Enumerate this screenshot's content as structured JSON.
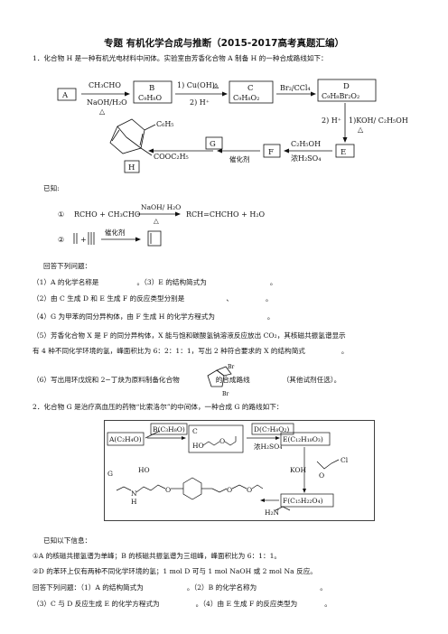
{
  "title": "专题  有机化学合成与推断（2015-2017高考真题汇编）",
  "q1": {
    "intro": "1．化合物 H 是一种有机光电材料中间体。实验室由芳香化合物 A 制备 H 的一种合成路线如下：",
    "scheme": {
      "A": "A",
      "B": "B",
      "B_formula": "C₉H₈O",
      "C": "C",
      "C_formula": "C₉H₈O₂",
      "D": "D",
      "D_formula": "C₉H₈Br₂O₂",
      "E": "E",
      "F": "F",
      "G": "G",
      "H": "H",
      "ab_top": "CH₃CHO",
      "ab_bottom": "NaOH/H₂O",
      "bc_top": "1) Cu(OH)₂",
      "bc_bottom": "2) H⁺",
      "cd_top": "Br₂/CCl₄",
      "de_left": "2) H⁺",
      "de_right": "1)KOH/ C₂H₅OH",
      "ef_top": "C₂H₅OH",
      "ef_bottom": "浓H₂SO₄",
      "fg_label": "催化剂",
      "h_sub1": "C₆H₅",
      "h_sub2": "COOC₂H₅"
    },
    "known_label": "已知:",
    "known1_num": "①",
    "known1_left": "RCHO + CH₃CHO",
    "known1_cond": "NaOH/ H₂O",
    "known1_right": "RCH=CHCHO + H₂O",
    "known2_num": "②",
    "known2_cond": "催化剂",
    "answer_label": "回答下列问题：",
    "qa1": "（1）A 的化学名称是",
    "qa1b": "。（3）E 的结构简式为",
    "qa1c": "。",
    "qa2": "（2）由 C 生成 D 和 E 生成 F 的反应类型分别是",
    "qa2b": "、",
    "qa2c": "。",
    "qa4": "（4）G 为甲苯的同分异构体，由 F 生成 H 的化学方程式为",
    "qa4b": "。",
    "qa5a": "（5）芳香化合物 X 是 F 的同分异构体，X 能与饱和碳酸氢钠溶液反应放出 CO₂，其核磁共振氢谱显示",
    "qa5b": "有 4 种不同化学环境的氢，峰面积比为 6：2：1：1，写出 2 种符合要求的 X 的结构简式",
    "qa5c": "。",
    "qa6a": "（6）写出用环戊烷和 2−丁炔为原料制备化合物",
    "qa6b": "的合成路线",
    "qa6c": "（其他试剂任选）。",
    "br": "Br"
  },
  "q2": {
    "intro": "2．化合物 G 是治疗高血压的药物“比索洛尔”的中间体，一种合成 G 的路线如下：",
    "scheme": {
      "A": "A(C₂H₄O)",
      "B": "B(C₃H₈O)",
      "C": "C",
      "D": "D(C₇H₈O₂)",
      "E": "E(C₁₂H₁₈O₃)",
      "F": "F(C₁₅H₂₂O₄)",
      "G": "G",
      "cd_cond": "浓H₂SO₄",
      "ef_cond": "KOH",
      "cl": "Cl",
      "o": "O",
      "ho": "HO",
      "h2n": "H₂N",
      "n": "N",
      "h": "H"
    },
    "known_label": "已知以下信息：",
    "info1": "①A 的核磁共振氢谱为单峰；B 的核磁共振氢谱为三组峰，峰面积比为 6：1：1。",
    "info2": "②D 的苯环上仅有两种不同化学环境的氢；1 mol D 可与 1 mol NaOH 或 2 mol Na 反应。",
    "qa1": "回答下列问题：（1）A 的结构简式为",
    "qa1b": "。（2）B 的化学名称为",
    "qa1c": "。",
    "qa3": "（3）C 与 D 反应生成 E 的化学方程式为",
    "qa3b": "。（4）由 E 生成 F 的反应类型为",
    "qa3c": "。"
  }
}
